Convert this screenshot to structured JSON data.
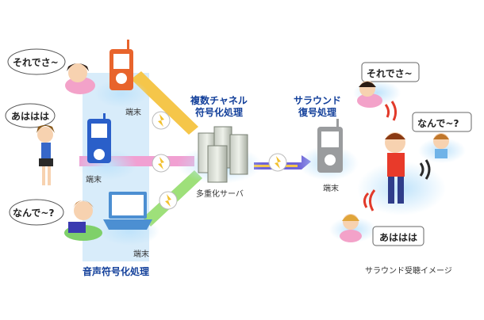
{
  "speech_bubbles": {
    "left_top": "それでさ~",
    "left_mid": "あははは",
    "left_bottom": "なんで~?",
    "right_top": "それでさ~",
    "right_mid": "なんで~?",
    "right_bottom": "あははは"
  },
  "labels": {
    "terminal": "端末",
    "multichannel_encoding": "複数チャネル\n符号化処理",
    "multiplex_server": "多重化サーバ",
    "surround_decoding": "サラウンド\n復号処理",
    "voice_encoding": "音声符号化処理",
    "surround_listening": "サラウンド受聴イメージ"
  },
  "colors": {
    "title_blue": "#123f9a",
    "band_blue": "#d8ecfa",
    "band_green": "#9ee07a",
    "band_yellow": "#f5c64a",
    "band_pink": "#f1a0d2",
    "band_purple": "#6f64d8"
  }
}
